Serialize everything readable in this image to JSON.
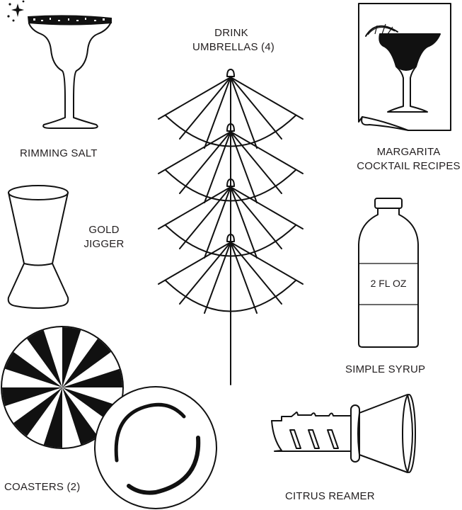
{
  "items": {
    "rimming_salt": {
      "label": "RIMMING SALT",
      "icon": "margarita-glass-salted-rim"
    },
    "drink_umbrellas": {
      "label_line1": "DRINK",
      "label_line2": "UMBRELLAS (4)",
      "count": 4,
      "icon": "cocktail-umbrella"
    },
    "margarita_recipes": {
      "label_line1": "MARGARITA",
      "label_line2": "COCKTAIL RECIPES",
      "icon": "recipe-card-margarita"
    },
    "gold_jigger": {
      "label_line1": "GOLD",
      "label_line2": "JIGGER",
      "icon": "jigger"
    },
    "simple_syrup": {
      "label": "SIMPLE SYRUP",
      "bottle_label": "2 FL OZ",
      "icon": "bottle"
    },
    "coasters": {
      "label": "COASTERS (2)",
      "count": 2,
      "icon": "coaster"
    },
    "citrus_reamer": {
      "label": "CITRUS REAMER",
      "icon": "citrus-reamer"
    }
  },
  "colors": {
    "ink": "#111111",
    "text": "#231f20",
    "background": "#ffffff"
  }
}
